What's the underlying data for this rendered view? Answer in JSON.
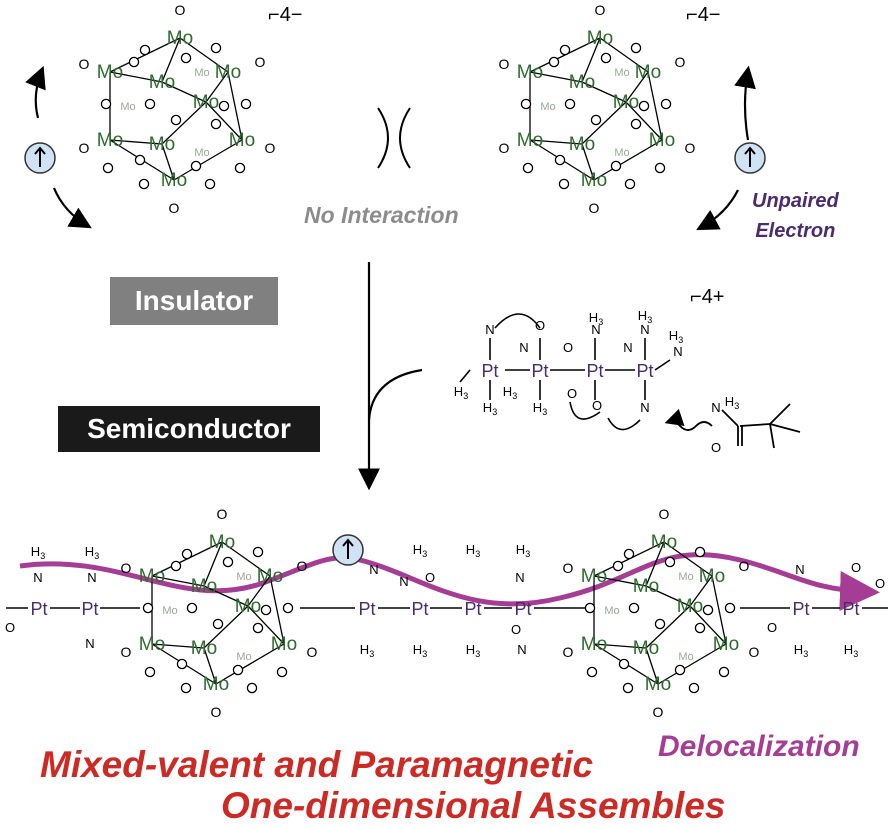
{
  "labels": {
    "insulator": "Insulator",
    "semiconductor": "Semiconductor",
    "no_interaction": "No Interaction",
    "unpaired_line1": "Unpaired",
    "unpaired_line2": "Electron",
    "delocalization": "Delocalization",
    "title_line1": "Mixed-valent and Paramagnetic",
    "title_line2": "One-dimensional Assembles"
  },
  "charges": {
    "cluster": "4−",
    "platinum": "4+"
  },
  "atoms": {
    "molybdenum": "Mo",
    "platinum": "Pt",
    "oxygen": "O",
    "nitrogen": "N",
    "h": "H",
    "sub3": "3"
  },
  "colors": {
    "mo": "#2e6b2e",
    "pt": "#4b2a6e",
    "delocalization": "#a63d95",
    "electron_fill": "#cfe3f5",
    "title": "#cc2a24"
  },
  "icons": [
    "electron-spin-icon",
    "crossed-arrows-icon",
    "reaction-arrow-icon",
    "wavy-arrow-icon"
  ]
}
